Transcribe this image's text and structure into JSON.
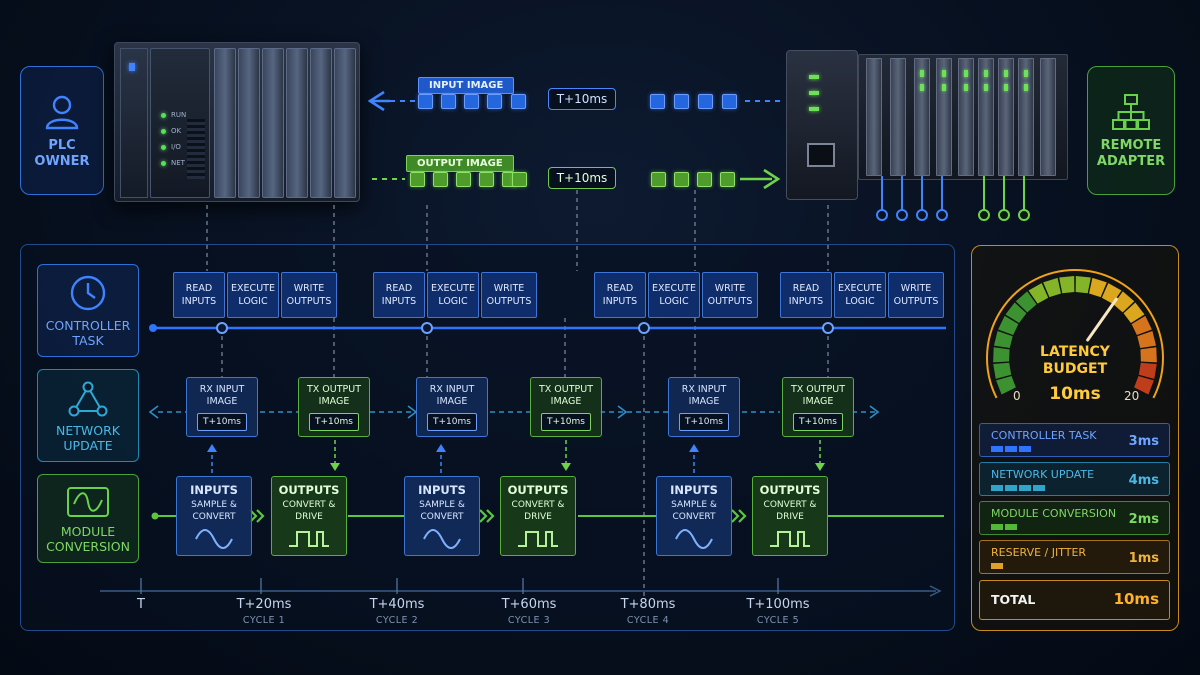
{
  "roles": {
    "plc_owner": "PLC\nOWNER",
    "remote_adapter": "REMOTE\nADAPTER"
  },
  "plc": {
    "leds": [
      "RUN",
      "OK",
      "I/O",
      "NET"
    ]
  },
  "flows": {
    "input_image": {
      "label": "INPUT IMAGE",
      "time": "T+10ms"
    },
    "output_image": {
      "label": "OUTPUT IMAGE",
      "time": "T+10ms"
    }
  },
  "lanes": {
    "controller": "CONTROLLER\nTASK",
    "network": "NETWORK\nUPDATE",
    "module": "MODULE\nCONVERSION"
  },
  "controller_task": {
    "steps": [
      "READ\nINPUTS",
      "EXECUTE\nLOGIC",
      "WRITE\nOUTPUTS"
    ]
  },
  "network_update": {
    "rx_title": "RX INPUT\nIMAGE",
    "tx_title": "TX OUTPUT\nIMAGE",
    "time": "T+10ms"
  },
  "module_conversion": {
    "inputs_title": "INPUTS",
    "inputs_sub": "SAMPLE &\nCONVERT",
    "outputs_title": "OUTPUTS",
    "outputs_sub": "CONVERT &\nDRIVE"
  },
  "timeline": {
    "ticks": [
      {
        "label": "T",
        "cycle": ""
      },
      {
        "label": "T+20ms",
        "cycle": "CYCLE 1"
      },
      {
        "label": "T+40ms",
        "cycle": "CYCLE 2"
      },
      {
        "label": "T+60ms",
        "cycle": "CYCLE 3"
      },
      {
        "label": "T+80ms",
        "cycle": "CYCLE 4"
      },
      {
        "label": "T+100ms",
        "cycle": "CYCLE 5"
      }
    ]
  },
  "latency_budget": {
    "title": "LATENCY\nBUDGET",
    "value": "10ms",
    "scale_min": "0",
    "scale_max": "20",
    "needle_value": 13,
    "rows": [
      {
        "name": "CONTROLLER TASK",
        "value": "3ms",
        "color": "#2f74ff"
      },
      {
        "name": "NETWORK UPDATE",
        "value": "4ms",
        "color": "#2fa6c9"
      },
      {
        "name": "MODULE CONVERSION",
        "value": "2ms",
        "color": "#52b838"
      },
      {
        "name": "RESERVE / JITTER",
        "value": "1ms",
        "color": "#e0a12a"
      }
    ],
    "total_label": "TOTAL",
    "total_value": "10ms"
  },
  "colors": {
    "blue": "#2f74ff",
    "green": "#5cc63e",
    "orange": "#e0a12a"
  }
}
